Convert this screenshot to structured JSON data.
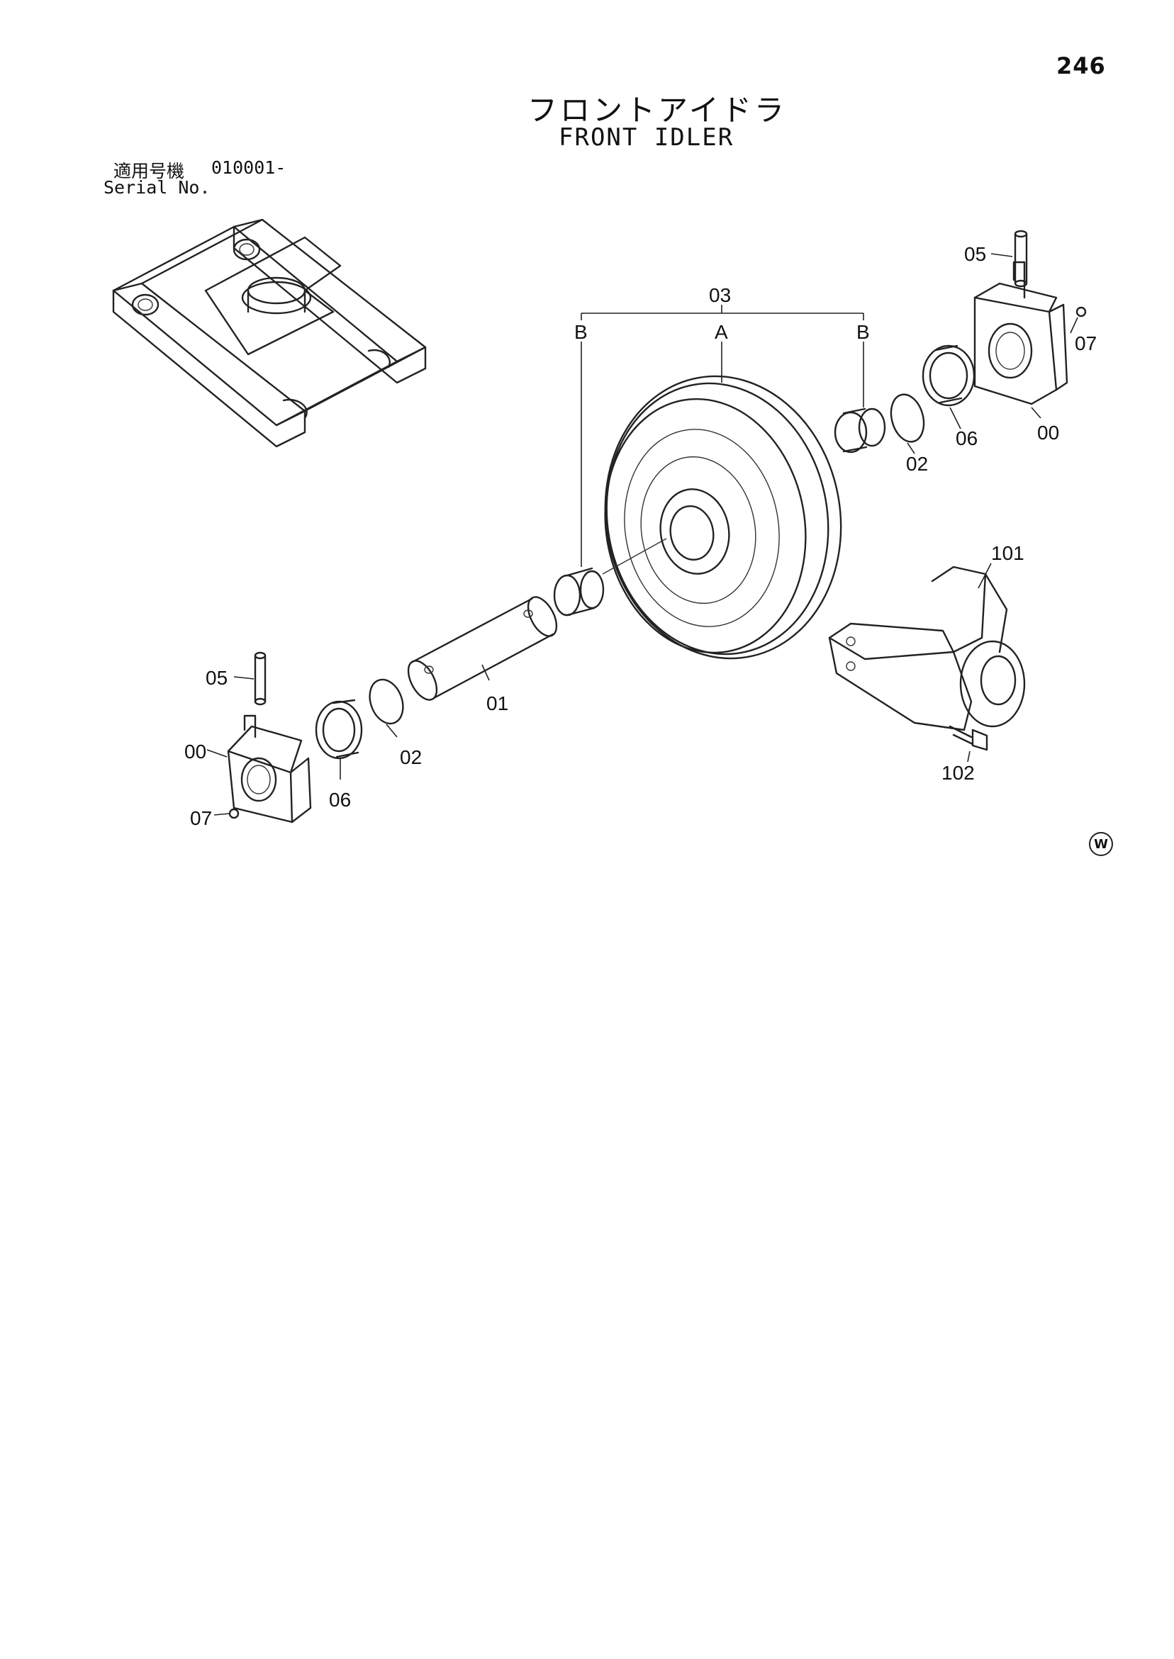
{
  "page_number": "246",
  "title_ja": "フロントアイドラ",
  "title_en": "FRONT IDLER",
  "serial": {
    "label_ja": "適用号機",
    "value": "010001-",
    "label_en": "Serial No."
  },
  "watermark": "W",
  "callouts": {
    "c03": "03",
    "a": "A",
    "b_left": "B",
    "b_right": "B",
    "p05_right": "05",
    "p07_right": "07",
    "p00_right": "00",
    "p06_right": "06",
    "p02_right": "02",
    "p101": "101",
    "p102": "102",
    "p05_left": "05",
    "p00_left": "00",
    "p07_left": "07",
    "p06_left": "06",
    "p02_left": "02",
    "p01": "01"
  }
}
